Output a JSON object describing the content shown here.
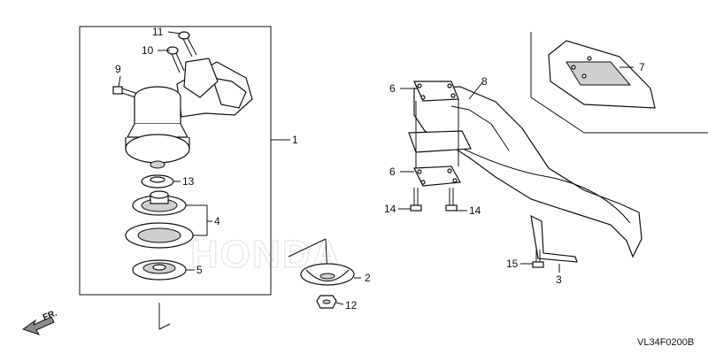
{
  "diagram": {
    "watermark": "HONDA",
    "diagram_code": "VL34F0200B",
    "direction_label": "FR.",
    "callouts": {
      "c1": "1",
      "c2": "2",
      "c3": "3",
      "c4": "4",
      "c5": "5",
      "c6a": "6",
      "c6b": "6",
      "c7": "7",
      "c8": "8",
      "c9": "9",
      "c10": "10",
      "c11": "11",
      "c12": "12",
      "c13": "13",
      "c14a": "14",
      "c14b": "14",
      "c15": "15"
    }
  }
}
